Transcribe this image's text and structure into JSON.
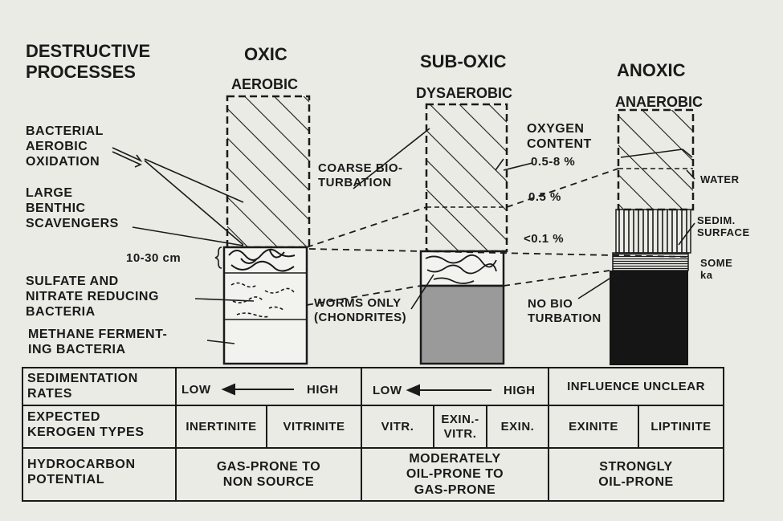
{
  "header": {
    "destructive_processes": "DESTRUCTIVE\nPROCESSES",
    "oxic": "OXIC",
    "sub_oxic": "SUB-OXIC",
    "anoxic": "ANOXIC",
    "aerobic": "AEROBIC",
    "dysaerobic": "DYSAEROBIC",
    "anaerobic": "ANAEROBIC"
  },
  "left_labels": {
    "bacterial": "BACTERIAL\nAEROBIC\nOXIDATION",
    "benthic": "LARGE\nBENTHIC\nSCAVENGERS",
    "depth": "10-30 cm",
    "sulfate": "SULFATE AND\nNITRATE REDUCING\nBACTERIA",
    "methane": "METHANE FERMENT-\nING BACTERIA"
  },
  "middle_labels": {
    "coarse": "COARSE BIO-\nTURBATION",
    "worms": "WORMS ONLY\n(CHONDRITES)"
  },
  "right_labels": {
    "oxygen": "OXYGEN\nCONTENT",
    "o2_high": "0.5-8 %",
    "o2_mid": "0.5 %",
    "o2_low": "<0.1 %",
    "water": "WATER",
    "sedim": "SEDIM.\nSURFACE",
    "someka": "SOME\nka",
    "nobio": "NO BIO\nTURBATION"
  },
  "table": {
    "rows": [
      {
        "header": "SEDIMENTATION\nRATES",
        "oxic": {
          "low": "LOW",
          "high": "HIGH"
        },
        "suboxic": {
          "low": "LOW",
          "high": "HIGH"
        },
        "anoxic": "INFLUENCE UNCLEAR"
      },
      {
        "header": "EXPECTED\nKEROGEN TYPES",
        "cells": [
          "INERTINITE",
          "VITRINITE",
          "VITR.",
          "EXIN.-\nVITR.",
          "EXIN.",
          "EXINITE",
          "LIPTINITE"
        ]
      },
      {
        "header": "HYDROCARBON\nPOTENTIAL",
        "cells": [
          "GAS-PRONE TO\nNON SOURCE",
          "MODERATELY\nOIL-PRONE TO\nGAS-PRONE",
          "STRONGLY\nOIL-PRONE"
        ]
      }
    ]
  },
  "colors": {
    "ink": "#1a1a1a",
    "paper": "#e9ebe4",
    "sediment_gray": "#9a9a9a",
    "anoxic_black": "#151515"
  }
}
